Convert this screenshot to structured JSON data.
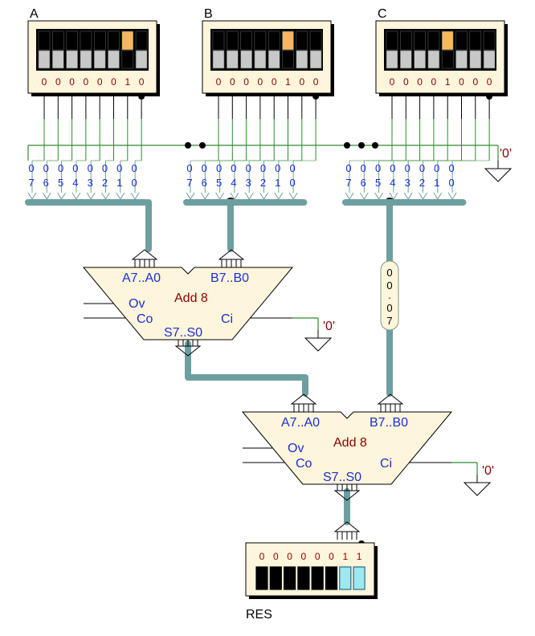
{
  "switches": [
    {
      "name": "A",
      "bits": [
        "0",
        "0",
        "0",
        "0",
        "0",
        "0",
        "1",
        "0"
      ]
    },
    {
      "name": "B",
      "bits": [
        "0",
        "0",
        "0",
        "0",
        "0",
        "1",
        "0",
        "0"
      ]
    },
    {
      "name": "C",
      "bits": [
        "0",
        "0",
        "0",
        "0",
        "1",
        "0",
        "0",
        "0"
      ]
    }
  ],
  "bus_labels": [
    [
      "0 7",
      "0 6",
      "0 5",
      "0 4",
      "0 3",
      "0 2",
      "0 1",
      "0 0"
    ],
    [
      "0 7",
      "0 6",
      "0 5",
      "0 4",
      "0 3",
      "0 2",
      "0 1",
      "0 0"
    ],
    [
      "0 7",
      "0 6",
      "0 5",
      "0 4",
      "0 3",
      "0 2",
      "0 1",
      "0 0"
    ]
  ],
  "constant_zero": "'0'",
  "adder": {
    "title": "Add 8",
    "input_a": "A7..A0",
    "input_b": "B7..B0",
    "overflow": "Ov",
    "carry_out": "Co",
    "carry_in": "Ci",
    "sum": "S7..S0"
  },
  "bus_tag": "00..07",
  "result": {
    "name": "RES",
    "bits": [
      "0",
      "0",
      "0",
      "0",
      "0",
      "0",
      "1",
      "1"
    ]
  },
  "colors": {
    "bus": "#6e9fa0",
    "wire_green": "#2e8b2e",
    "component_fill": "#fdf5dc",
    "switch_on": "#f5b860",
    "led_on": "#9ee8f0",
    "label_blue": "#1a2fd6",
    "label_dark_red": "#8b0000"
  }
}
